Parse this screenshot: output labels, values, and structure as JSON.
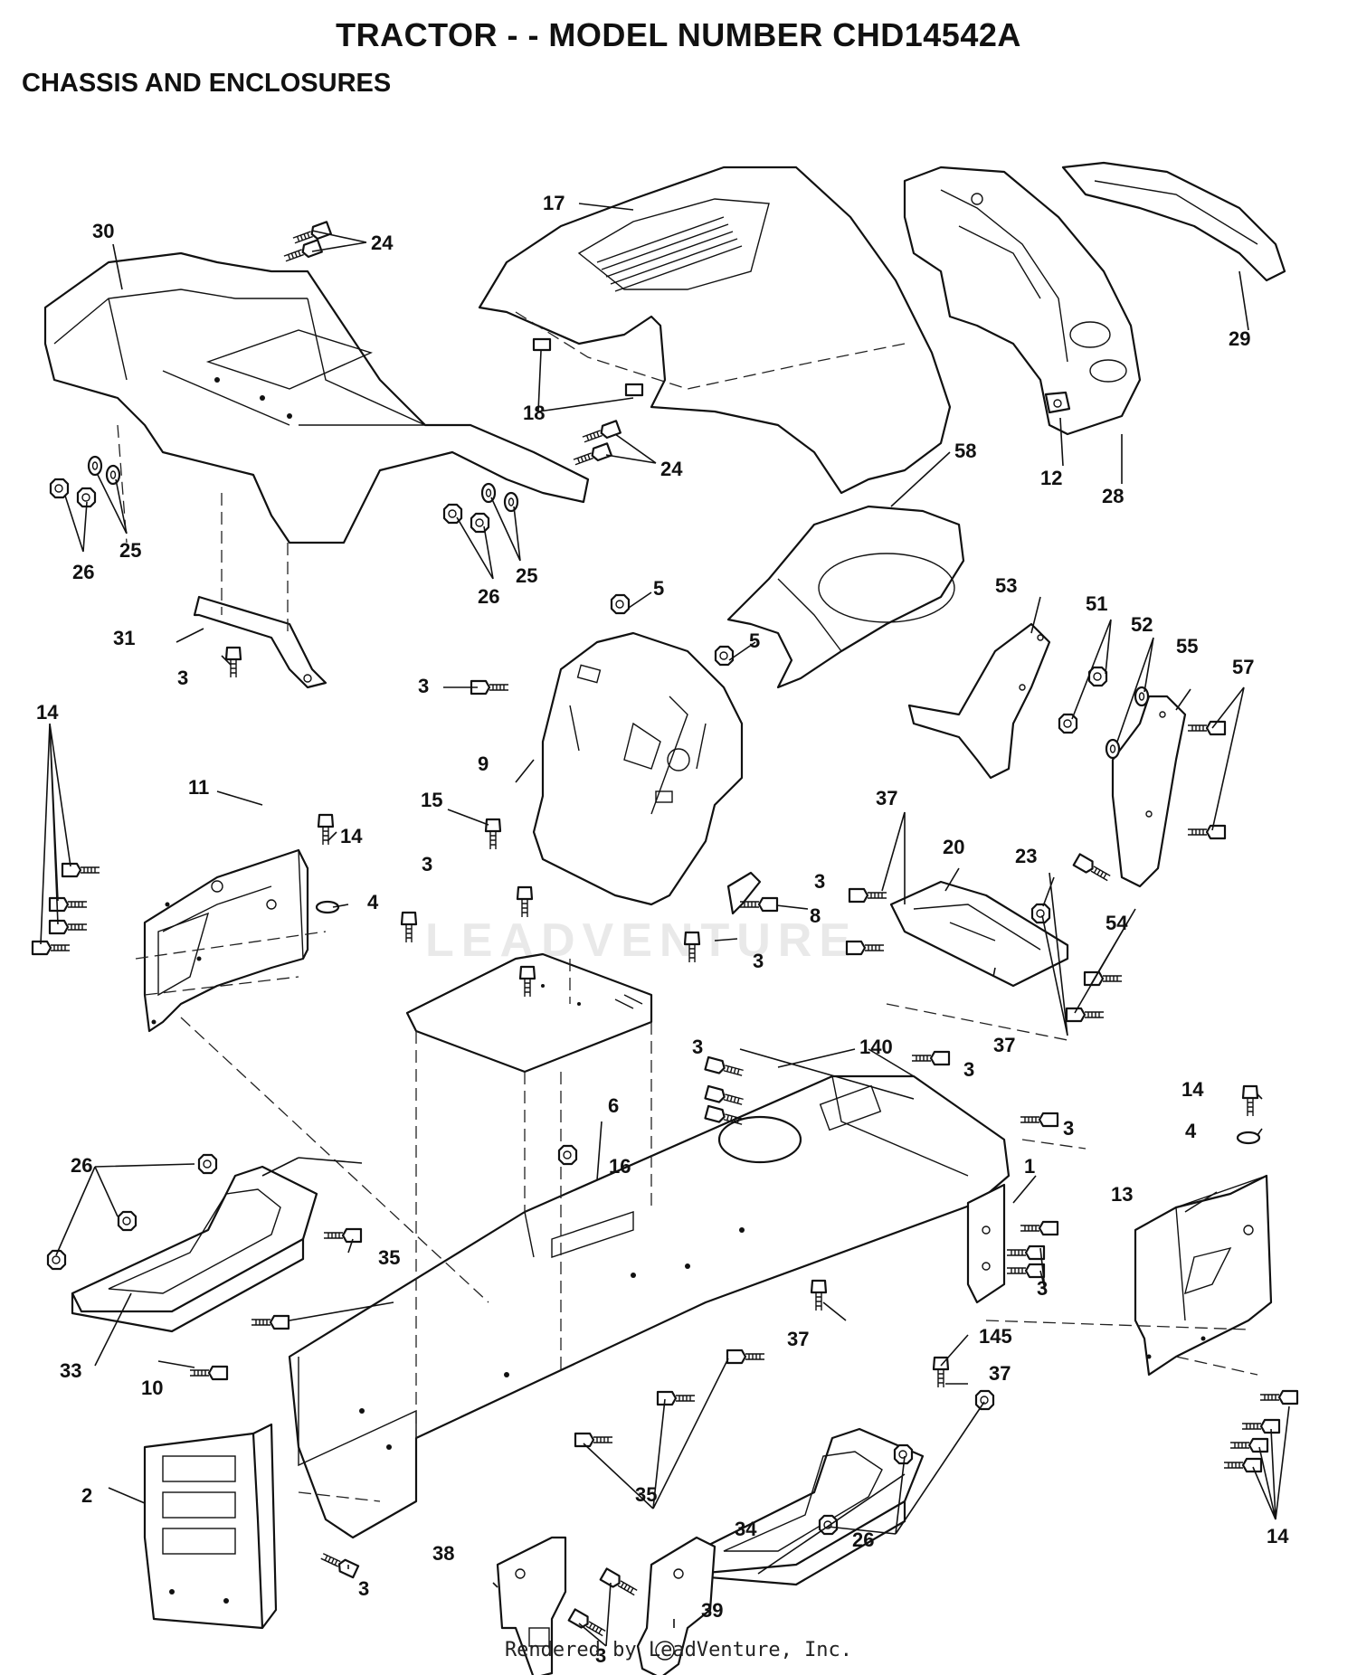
{
  "header": {
    "title": "TRACTOR - - MODEL NUMBER CHD14542A",
    "subtitle": "CHASSIS AND ENCLOSURES"
  },
  "footer": {
    "text": "Rendered by LeadVenture, Inc."
  },
  "watermark": {
    "text": "LEADVENTURE"
  },
  "callouts": [
    {
      "id": "c30",
      "label": "30"
    },
    {
      "id": "c24a",
      "label": "24"
    },
    {
      "id": "c17",
      "label": "17"
    },
    {
      "id": "c29",
      "label": "29"
    },
    {
      "id": "c18",
      "label": "18"
    },
    {
      "id": "c24b",
      "label": "24"
    },
    {
      "id": "c12",
      "label": "12"
    },
    {
      "id": "c28",
      "label": "28"
    },
    {
      "id": "c58",
      "label": "58"
    },
    {
      "id": "c26a",
      "label": "26"
    },
    {
      "id": "c25a",
      "label": "25"
    },
    {
      "id": "c26b",
      "label": "26"
    },
    {
      "id": "c25b",
      "label": "25"
    },
    {
      "id": "c5a",
      "label": "5"
    },
    {
      "id": "c53",
      "label": "53"
    },
    {
      "id": "c51",
      "label": "51"
    },
    {
      "id": "c52",
      "label": "52"
    },
    {
      "id": "c55",
      "label": "55"
    },
    {
      "id": "c57",
      "label": "57"
    },
    {
      "id": "c31",
      "label": "31"
    },
    {
      "id": "c5b",
      "label": "5"
    },
    {
      "id": "c3a",
      "label": "3"
    },
    {
      "id": "c3b",
      "label": "3"
    },
    {
      "id": "c9",
      "label": "9"
    },
    {
      "id": "c14a",
      "label": "14"
    },
    {
      "id": "c11",
      "label": "11"
    },
    {
      "id": "c15",
      "label": "15"
    },
    {
      "id": "c37a",
      "label": "37"
    },
    {
      "id": "c14b",
      "label": "14"
    },
    {
      "id": "c3c",
      "label": "3"
    },
    {
      "id": "c20",
      "label": "20"
    },
    {
      "id": "c23",
      "label": "23"
    },
    {
      "id": "c4a",
      "label": "4"
    },
    {
      "id": "c3d",
      "label": "3"
    },
    {
      "id": "c8",
      "label": "8"
    },
    {
      "id": "c54",
      "label": "54"
    },
    {
      "id": "c3e",
      "label": "3"
    },
    {
      "id": "c37b",
      "label": "37"
    },
    {
      "id": "c140",
      "label": "140"
    },
    {
      "id": "c3f",
      "label": "3"
    },
    {
      "id": "c3g",
      "label": "3"
    },
    {
      "id": "c6",
      "label": "6"
    },
    {
      "id": "c3h",
      "label": "3"
    },
    {
      "id": "c14c",
      "label": "14"
    },
    {
      "id": "c4b",
      "label": "4"
    },
    {
      "id": "c16",
      "label": "16"
    },
    {
      "id": "c1",
      "label": "1"
    },
    {
      "id": "c26c",
      "label": "26"
    },
    {
      "id": "c13",
      "label": "13"
    },
    {
      "id": "c35a",
      "label": "35"
    },
    {
      "id": "c3i",
      "label": "3"
    },
    {
      "id": "c145",
      "label": "145"
    },
    {
      "id": "c37c",
      "label": "37"
    },
    {
      "id": "c37d",
      "label": "37"
    },
    {
      "id": "c33",
      "label": "33"
    },
    {
      "id": "c10",
      "label": "10"
    },
    {
      "id": "c2",
      "label": "2"
    },
    {
      "id": "c35b",
      "label": "35"
    },
    {
      "id": "c34",
      "label": "34"
    },
    {
      "id": "c14d",
      "label": "14"
    },
    {
      "id": "c26d",
      "label": "26"
    },
    {
      "id": "c38",
      "label": "38"
    },
    {
      "id": "c3j",
      "label": "3"
    },
    {
      "id": "c39",
      "label": "39"
    },
    {
      "id": "c3k",
      "label": "3"
    }
  ]
}
